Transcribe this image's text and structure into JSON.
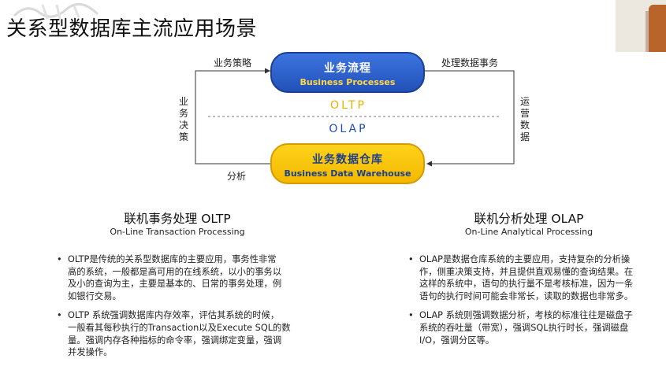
{
  "page": {
    "title": "关系型数据库主流应用场景"
  },
  "diagram": {
    "top_box": {
      "zh": "业务流程",
      "en": "Business Processes"
    },
    "bottom_box": {
      "zh": "业务数据仓库",
      "en": "Business Data Warehouse"
    },
    "middle_top": "OLTP",
    "middle_bottom": "OLAP",
    "label_top_left": "业务策略",
    "label_top_right": "处理数据事务",
    "label_left_vertical": "业务决策",
    "label_right_vertical": "运营数据",
    "label_bottom_left": "分析"
  },
  "left_column": {
    "title": "联机事务处理 OLTP",
    "subtitle": "On-Line Transaction Processing",
    "bullets": [
      [
        "OLTP是传统的关系型数据库的主要应用，事务性非常",
        "高的系统，一般都是高可用的在线系统，以小的事务以",
        "及小的查询为主，主要是基本的、日常的事务处理，例",
        "如银行交易。"
      ],
      [
        "OLTP 系统强调数据库内存效率，评估其系统的时候，",
        "一般看其每秒执行的Transaction以及Execute SQL的数",
        "量。强调内存各种指标的命令率，强调绑定变量，强调",
        "并发操作。"
      ]
    ]
  },
  "right_column": {
    "title": "联机分析处理 OLAP",
    "subtitle": "On-Line Analytical Processing",
    "bullets": [
      [
        "OLAP是数据仓库系统的主要应用，支持复杂的分析操",
        "作，侧重决策支持，并且提供直观易懂的查询结果。在",
        "这样的系统中，语句的执行量不是考核标准，因为一条",
        "语句的执行时间可能会非常长，读取的数据也非常多。"
      ],
      [
        "OLAP 系统则强调数据分析，考核的标准往往是磁盘子",
        "系统的吞吐量（带宽），强调SQL执行时长，强调磁盘",
        "I/O，强调分区等。"
      ]
    ]
  },
  "colors": {
    "blue_box": "#2a5cc8",
    "yellow_box": "#f6c000",
    "oltp_text": "#e3b100",
    "olap_text": "#1f4fae"
  }
}
